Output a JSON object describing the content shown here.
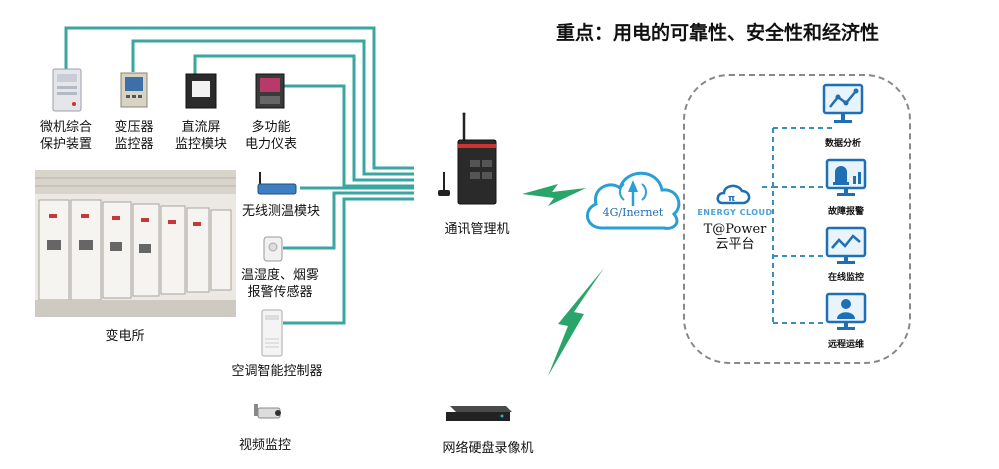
{
  "headline": "重点：用电的可靠性、安全性和经济性",
  "devices": {
    "protection": "微机综合\n保护装置",
    "transformer": "变压器\n监控器",
    "dc_panel": "直流屏\n监控模块",
    "meter": "多功能\n电力仪表",
    "wireless_temp": "无线测温模块",
    "sensor": "温湿度、烟雾\n报警传感器",
    "ac_controller": "空调智能控制器",
    "video": "视频监控",
    "substation": "变电所",
    "gateway": "通讯管理机",
    "nvr": "网络硬盘录像机"
  },
  "cloud": {
    "label": "4G/Inernet"
  },
  "platform": {
    "logo_text": "ENERGY CLOUD",
    "name": "T@Power",
    "subtitle": "云平台",
    "functions": [
      "数据分析",
      "故障报警",
      "在线监控",
      "远程运维"
    ]
  },
  "colors": {
    "wire": "#3aa6a0",
    "dashed": "#3a8fb8",
    "cloud": "#2a9fd6",
    "bolt": "#2aa56a",
    "icon": "#1f6fb5"
  }
}
